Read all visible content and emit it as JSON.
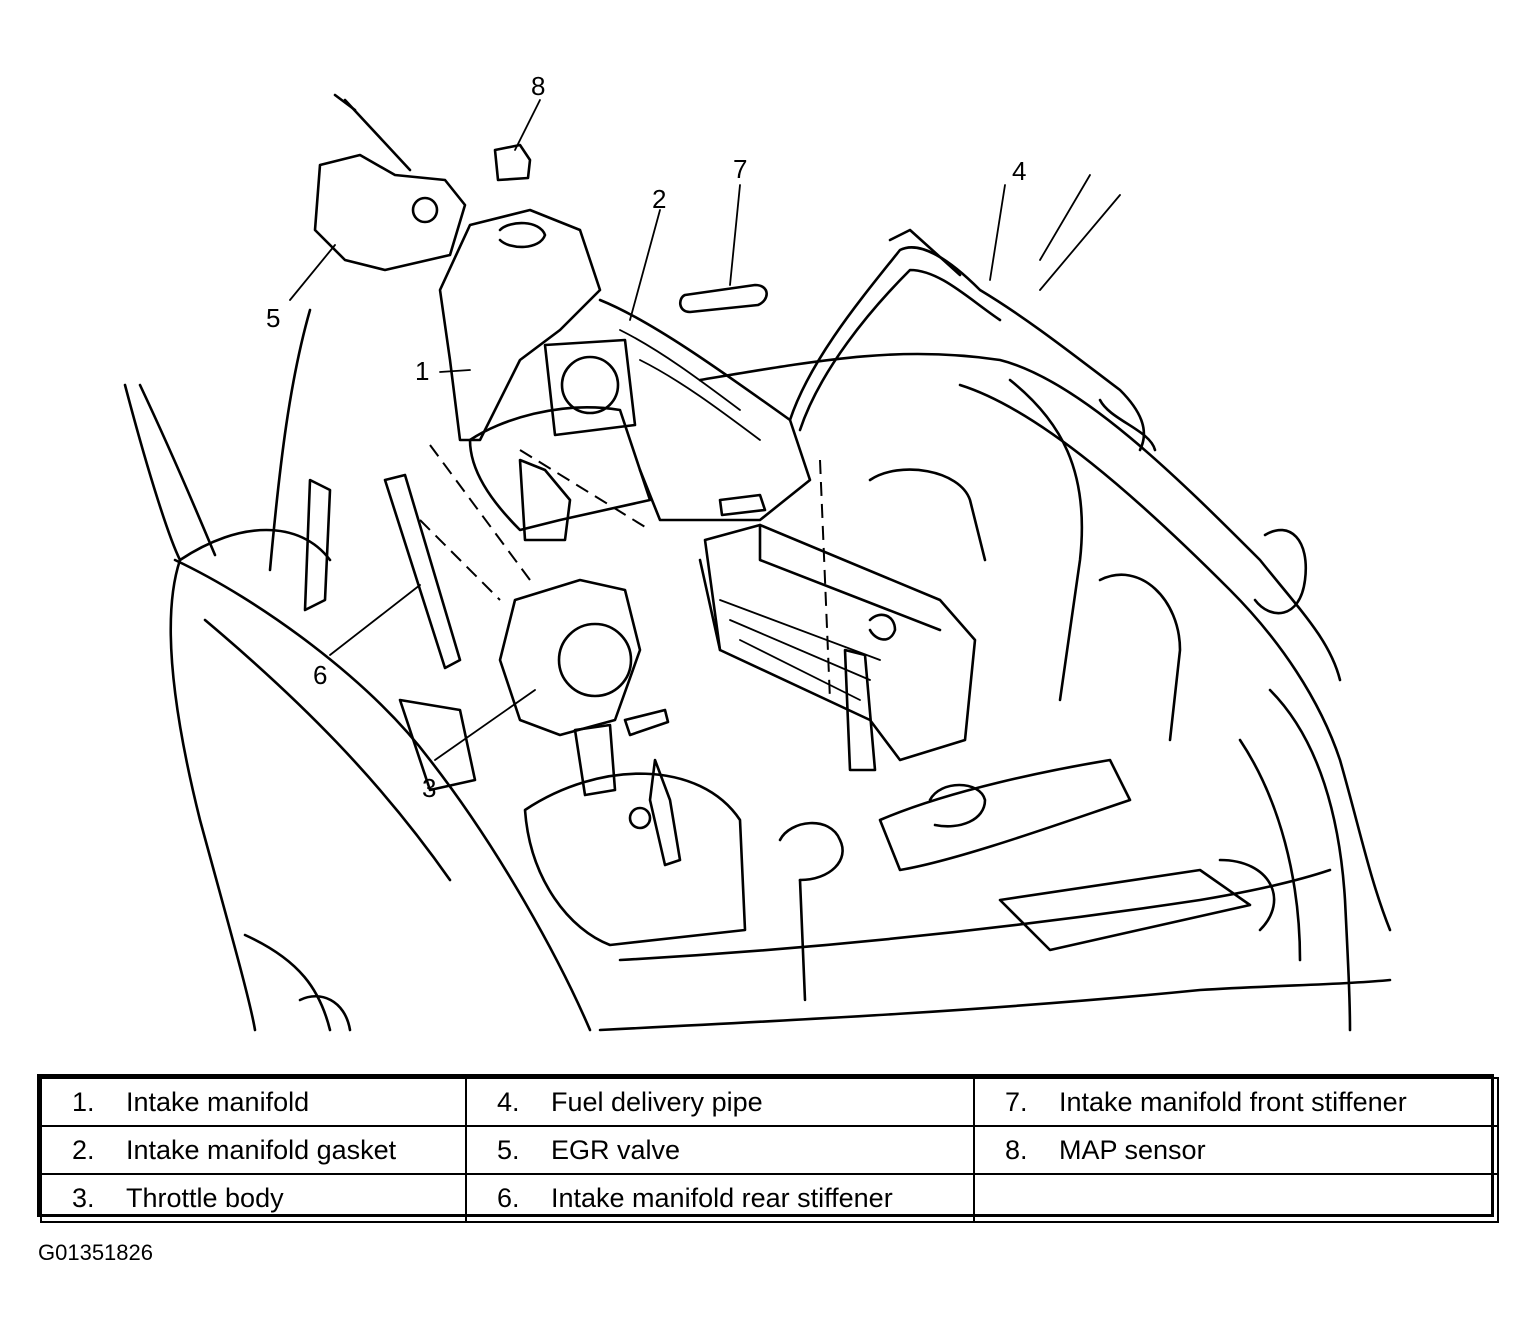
{
  "callouts": [
    "1",
    "2",
    "3",
    "4",
    "5",
    "6",
    "7",
    "8"
  ],
  "legend": {
    "rows": [
      [
        {
          "num": "1.",
          "label": "Intake manifold"
        },
        {
          "num": "4.",
          "label": "Fuel delivery pipe"
        },
        {
          "num": "7.",
          "label": "Intake manifold front stiffener"
        }
      ],
      [
        {
          "num": "2.",
          "label": "Intake manifold gasket"
        },
        {
          "num": "5.",
          "label": "EGR valve"
        },
        {
          "num": "8.",
          "label": "MAP sensor"
        }
      ],
      [
        {
          "num": "3.",
          "label": "Throttle body"
        },
        {
          "num": "6.",
          "label": "Intake manifold rear stiffener"
        },
        {
          "num": "",
          "label": ""
        }
      ]
    ]
  },
  "figure_id": "G01351826"
}
